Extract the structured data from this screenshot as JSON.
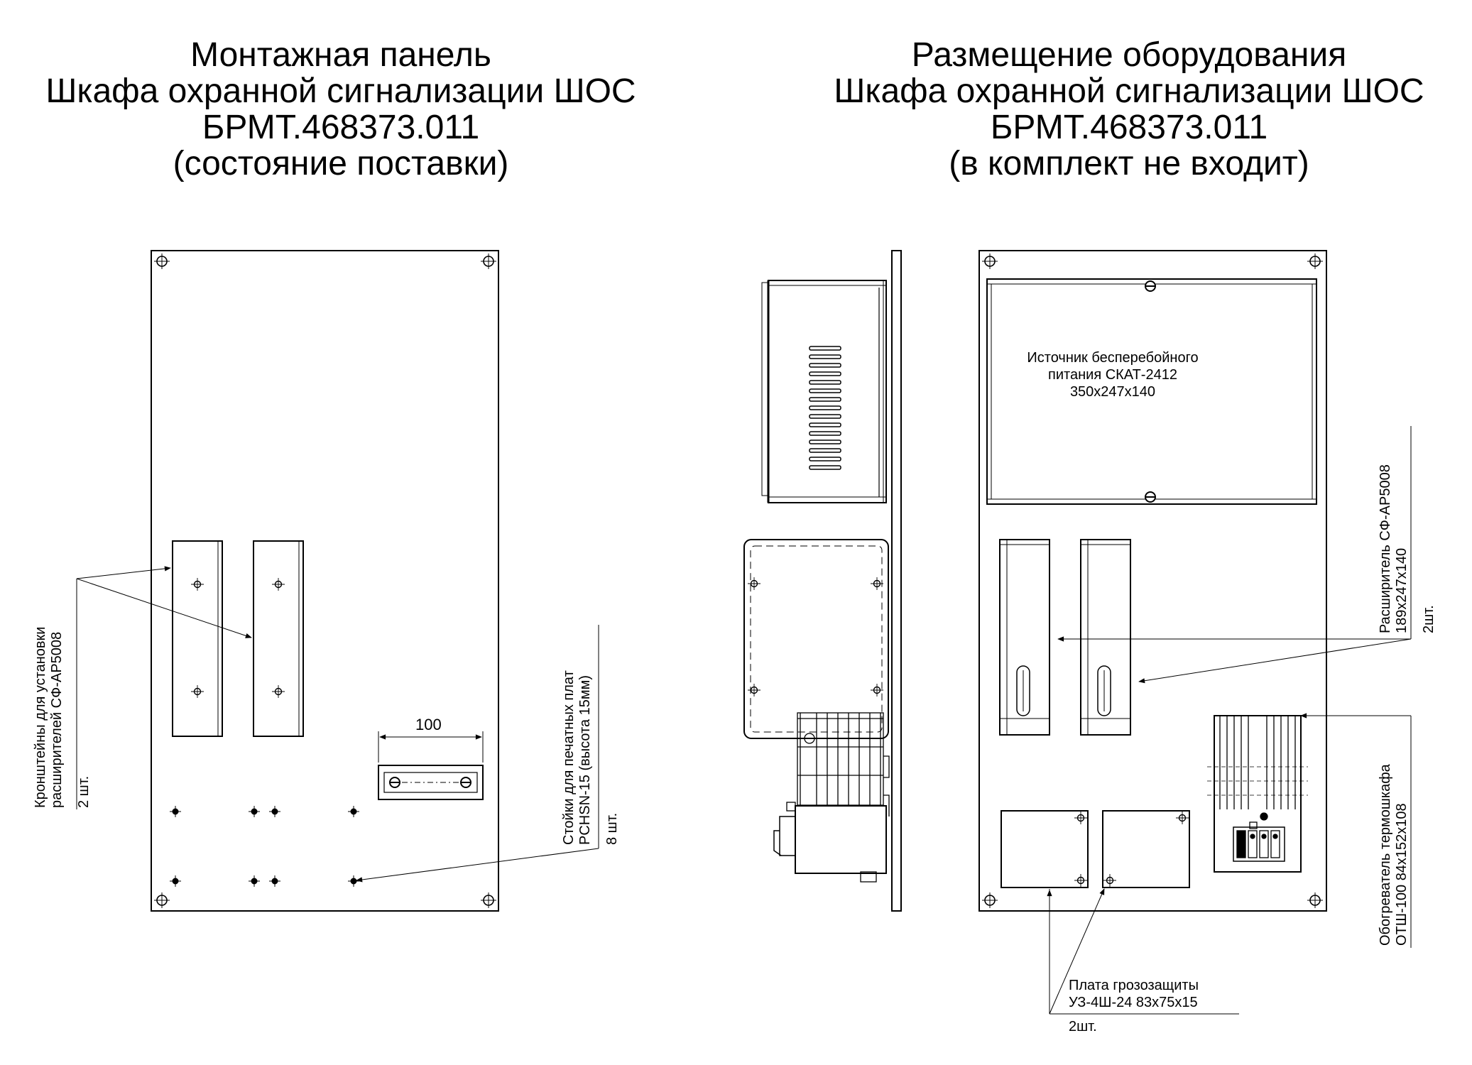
{
  "left_title": {
    "line1": "Монтажная панель",
    "line2": "Шкафа охранной сигнализации ШОС",
    "line3": "БРМТ.468373.011",
    "line4": "(состояние поставки)"
  },
  "right_title": {
    "line1": "Размещение оборудования",
    "line2": "Шкафа охранной сигнализации ШОС",
    "line3": "БРМТ.468373.011",
    "line4": "(в комплект не входит)"
  },
  "annotations": {
    "brackets": {
      "line1": "Кронштейны для установки",
      "line2": "расширителей СФ-АР5008",
      "qty": "2 шт."
    },
    "standoffs": {
      "line1": "Стойки для печатных плат",
      "line2": "PCHSN-15 (высота 15мм)",
      "qty": "8 шт."
    },
    "dimension": "100",
    "ups": {
      "line1": "Источник бесперебойного",
      "line2": "питания СКАТ-2412",
      "line3": "350x247x140"
    },
    "expander": {
      "line1": "Расширитель СФ-АР5008",
      "line2": "189x247x140",
      "qty": "2шт."
    },
    "heater": {
      "line1": "Обогреватель термошкафа",
      "line2": "ОТШ-100 84x152x108"
    },
    "surge": {
      "line1": "Плата грозозащиты",
      "line2": "УЗ-4Ш-24 83x75x15",
      "qty": "2шт."
    }
  },
  "colors": {
    "ink": "#000000",
    "background": "#ffffff"
  }
}
